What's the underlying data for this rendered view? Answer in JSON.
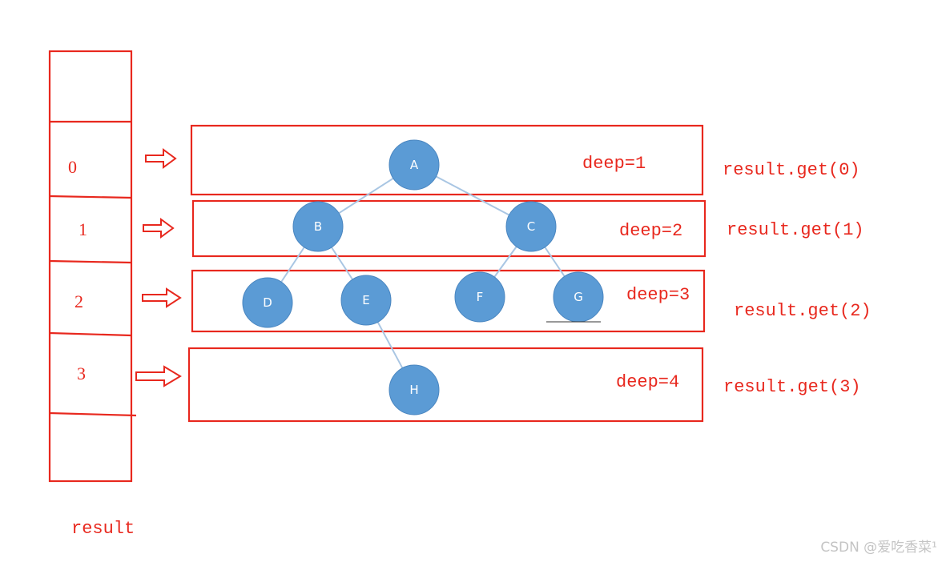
{
  "array": {
    "caption": "result",
    "index_labels": [
      "0",
      "1",
      "2",
      "3"
    ]
  },
  "tree": {
    "nodes": [
      {
        "id": "A",
        "level": 1
      },
      {
        "id": "B",
        "level": 2,
        "parent": "A"
      },
      {
        "id": "C",
        "level": 2,
        "parent": "A"
      },
      {
        "id": "D",
        "level": 3,
        "parent": "B"
      },
      {
        "id": "E",
        "level": 3,
        "parent": "B"
      },
      {
        "id": "F",
        "level": 3,
        "parent": "C"
      },
      {
        "id": "G",
        "level": 3,
        "parent": "C"
      },
      {
        "id": "H",
        "level": 4,
        "parent": "E"
      }
    ]
  },
  "levels": [
    {
      "deep": "deep=1",
      "result": "result.get(0)"
    },
    {
      "deep": "deep=2",
      "result": "result.get(1)"
    },
    {
      "deep": "deep=3",
      "result": "result.get(2)"
    },
    {
      "deep": "deep=4",
      "result": "result.get(3)"
    }
  ],
  "watermark": "CSDN @爱吃香菜¹",
  "colors": {
    "box": "#e8281e",
    "node_fill": "#5b9bd5",
    "node_stroke": "#4a86c0",
    "edge": "#a9c6e3",
    "node_text": "#ffffff"
  }
}
